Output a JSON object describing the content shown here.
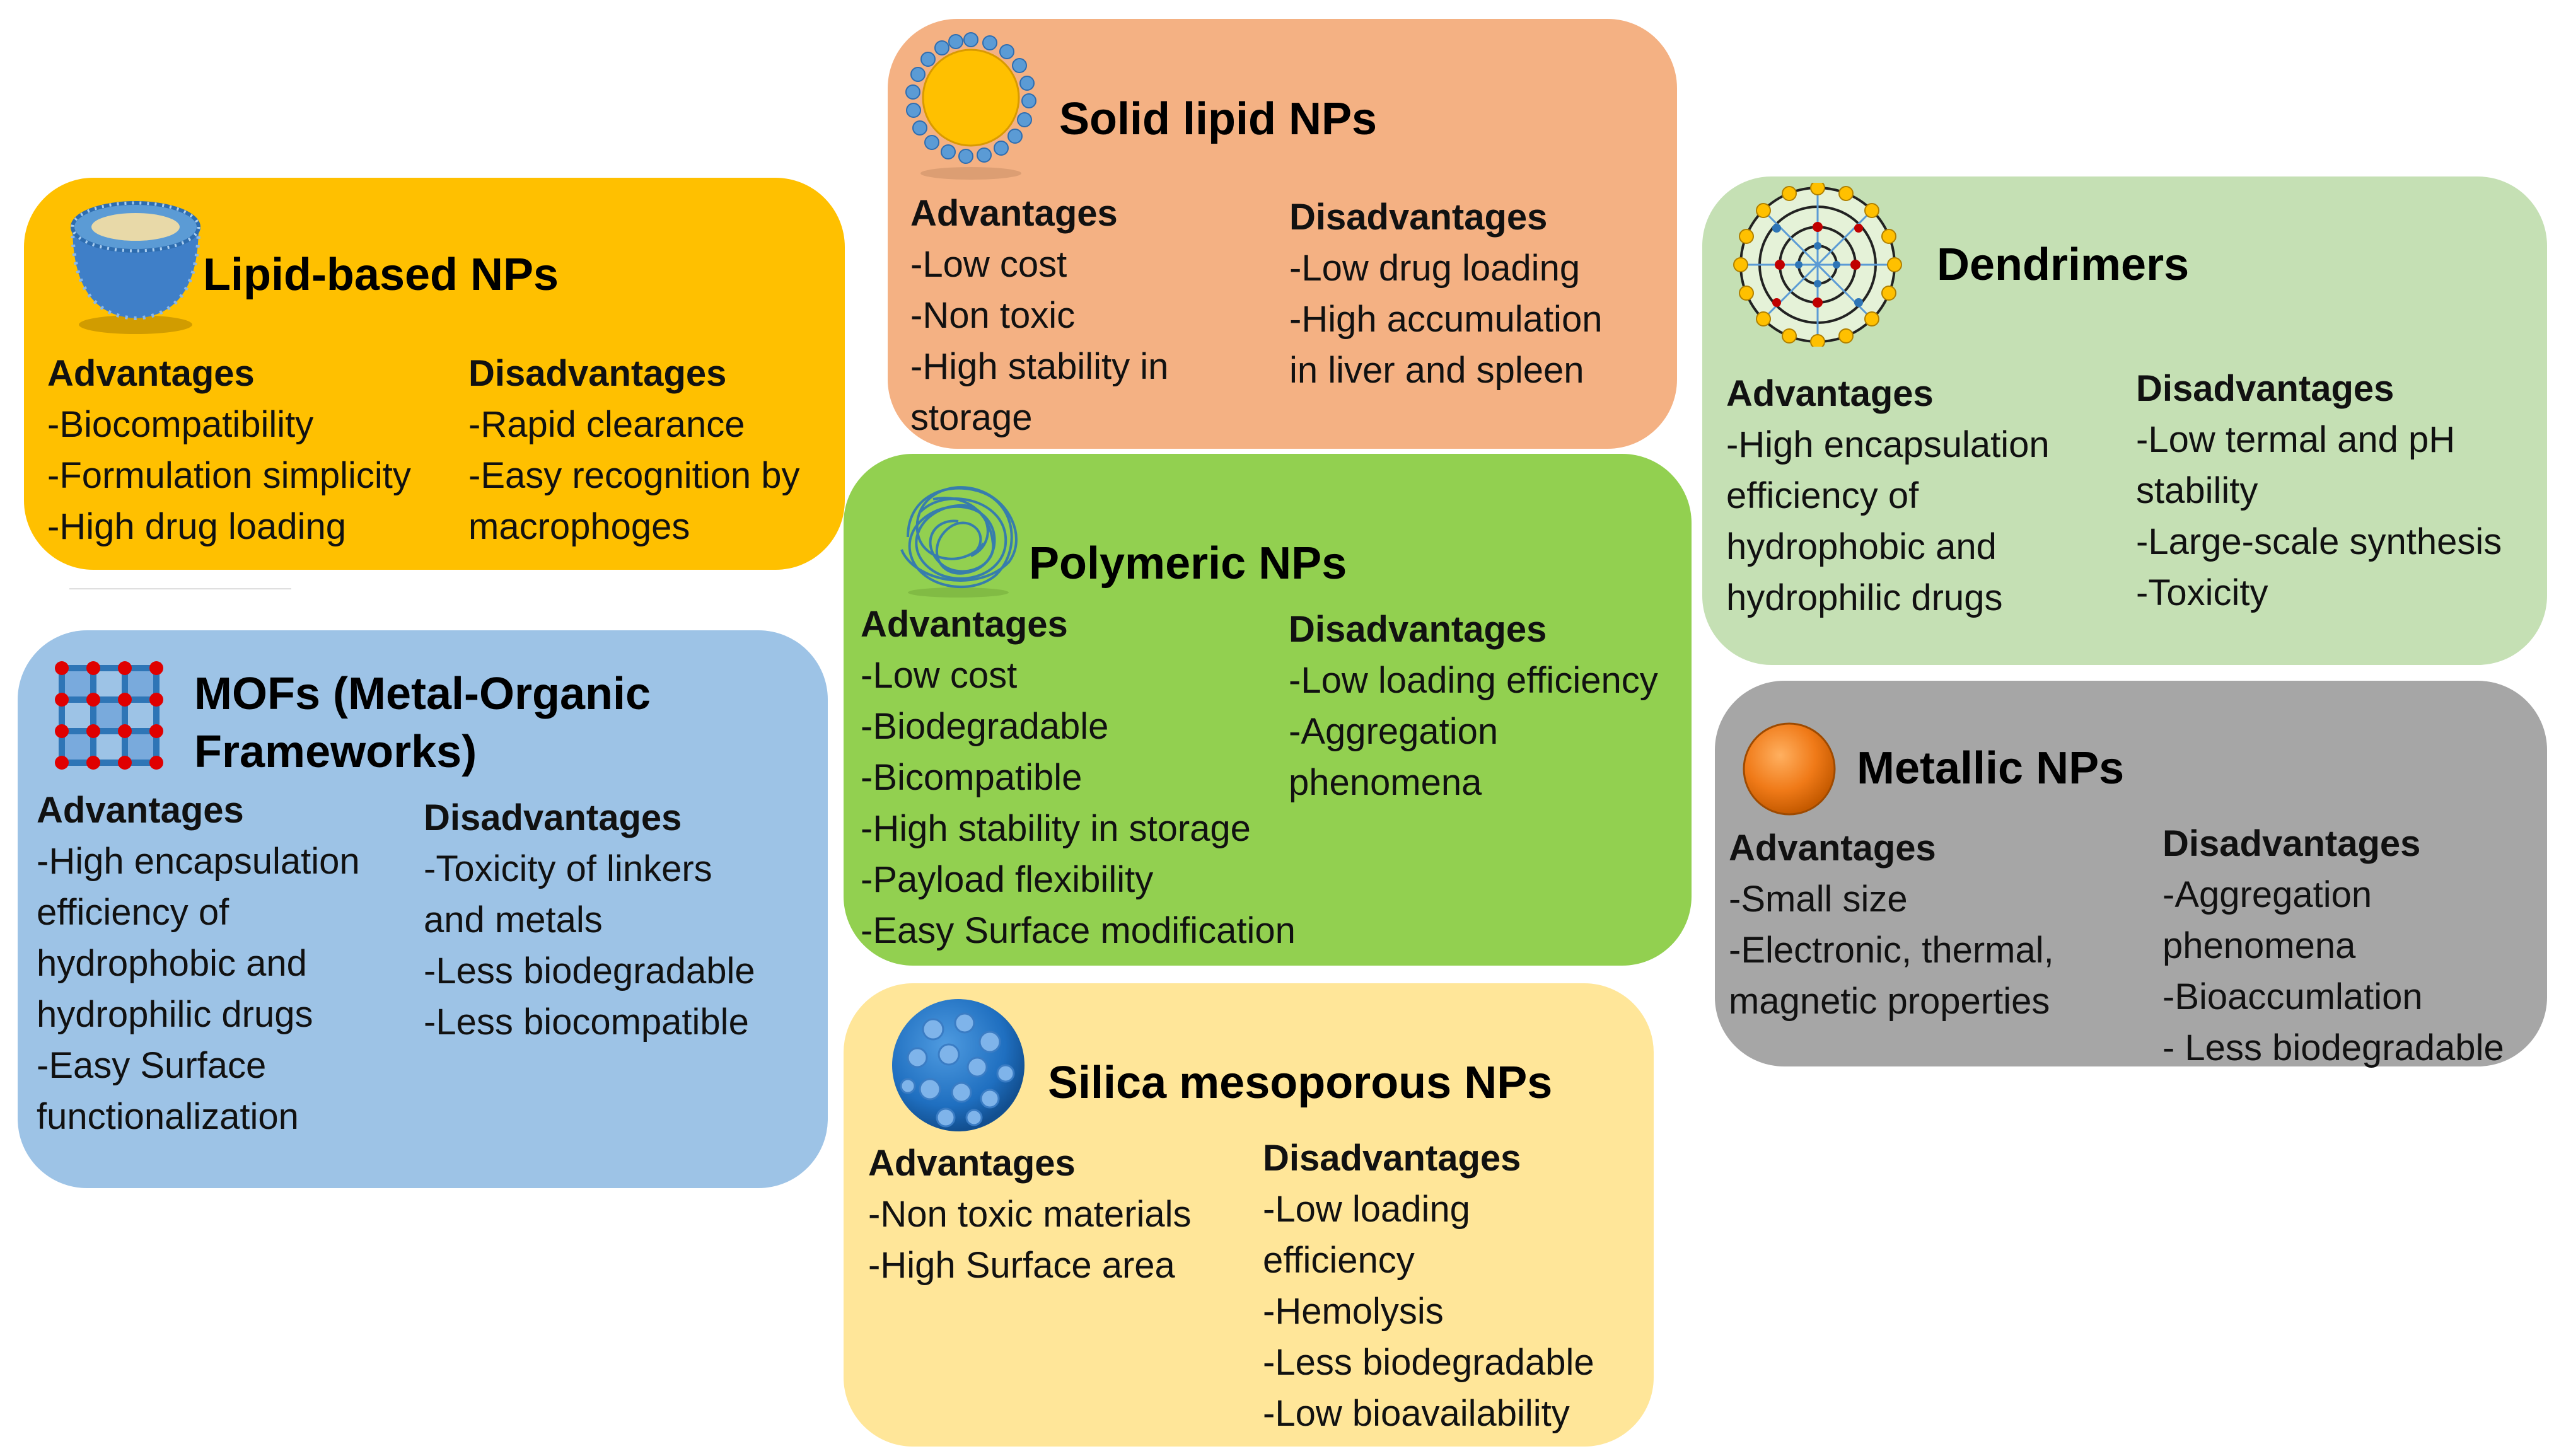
{
  "cards": {
    "lipid": {
      "title": "Lipid-based NPs",
      "advantages_label": "Advantages",
      "advantages": [
        "-Biocompatibility",
        "-Formulation simplicity",
        "-High drug loading"
      ],
      "disadvantages_label": "Disadvantages",
      "disadvantages": [
        "-Rapid clearance",
        "-Easy recognition by",
        "macrophoges"
      ],
      "color": "#FFC000",
      "icon": "liposome-icon"
    },
    "solid_lipid": {
      "title": "Solid lipid NPs",
      "advantages_label": "Advantages",
      "advantages": [
        "-Low cost",
        "-Non toxic",
        "-High stability in",
        "storage"
      ],
      "disadvantages_label": "Disadvantages",
      "disadvantages": [
        "-Low drug loading",
        "-High accumulation",
        "in liver and spleen"
      ],
      "color": "#F4B183",
      "icon": "solid-lipid-nanoparticle-icon"
    },
    "dendrimers": {
      "title": "Dendrimers",
      "advantages_label": "Advantages",
      "advantages": [
        "-High encapsulation",
        "efficiency of",
        "hydrophobic and",
        "hydrophilic drugs"
      ],
      "disadvantages_label": "Disadvantages",
      "disadvantages": [
        "-Low termal and pH",
        "stability",
        "-Large-scale synthesis",
        "-Toxicity"
      ],
      "color": "#C5E0B4",
      "icon": "dendrimer-icon"
    },
    "polymeric": {
      "title": "Polymeric NPs",
      "advantages_label": "Advantages",
      "advantages": [
        "-Low cost",
        "-Biodegradable",
        "-Bicompatible",
        "-High stability in storage",
        "-Payload flexibility",
        "-Easy Surface modification"
      ],
      "disadvantages_label": "Disadvantages",
      "disadvantages": [
        "-Low loading efficiency",
        "-Aggregation",
        "phenomena"
      ],
      "color": "#92D050",
      "icon": "polymer-coil-icon"
    },
    "mofs": {
      "title_line1": "MOFs (Metal-Organic",
      "title_line2": "Frameworks)",
      "advantages_label": "Advantages",
      "advantages": [
        "-High encapsulation",
        "efficiency of",
        "hydrophobic and",
        "hydrophilic drugs",
        "-Easy Surface",
        "functionalization"
      ],
      "disadvantages_label": "Disadvantages",
      "disadvantages": [
        "-Toxicity of linkers",
        "and metals",
        "-Less biodegradable",
        "-Less biocompatible"
      ],
      "color": "#9DC3E6",
      "icon": "mof-lattice-icon"
    },
    "metallic": {
      "title": "Metallic NPs",
      "advantages_label": "Advantages",
      "advantages": [
        "-Small size",
        "-Electronic, thermal,",
        "magnetic properties"
      ],
      "disadvantages_label": "Disadvantages",
      "disadvantages": [
        "-Aggregation",
        "phenomena",
        "-Bioaccumlation",
        "- Less biodegradable"
      ],
      "color": "#A6A6A6",
      "icon": "metal-sphere-icon"
    },
    "silica": {
      "title": "Silica mesoporous NPs",
      "advantages_label": "Advantages",
      "advantages": [
        "-Non toxic materials",
        "-High Surface area"
      ],
      "disadvantages_label": "Disadvantages",
      "disadvantages": [
        "-Low loading",
        "efficiency",
        "-Hemolysis",
        "-Less biodegradable",
        "-Low bioavailability"
      ],
      "color": "#FFE699",
      "icon": "mesoporous-silica-icon"
    }
  }
}
